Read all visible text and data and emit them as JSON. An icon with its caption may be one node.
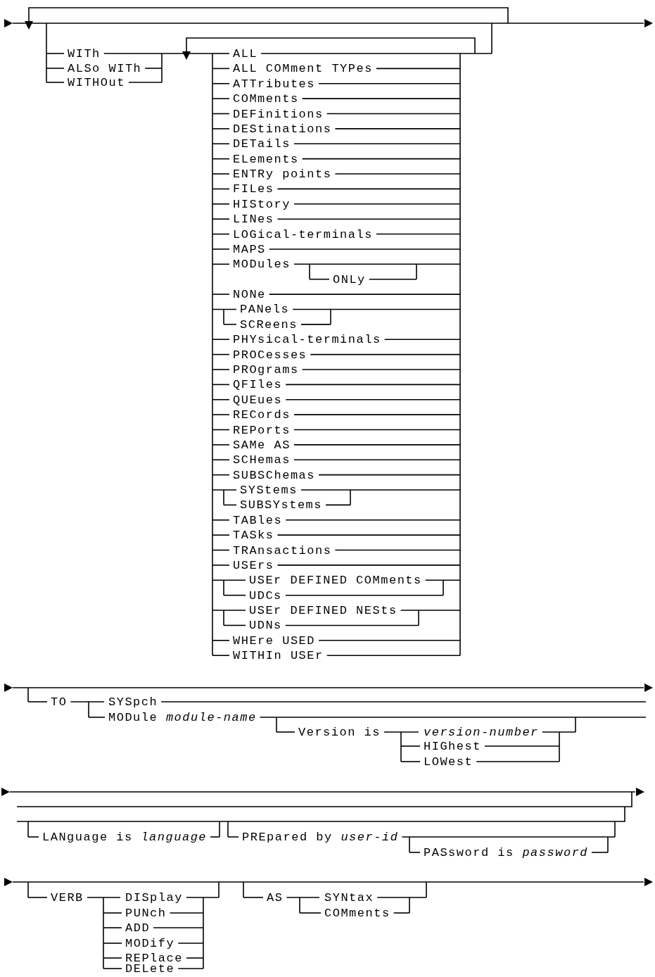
{
  "diagram": {
    "labels": [
      "WITh",
      "ALSo WITh",
      "WITHOut",
      "ALL",
      "ALL COMment TYPes",
      "ATTributes",
      "COMments",
      "DEFinitions",
      "DEStinations",
      "DETails",
      "ELements",
      "ENTRy points",
      "FILes",
      "HIStory",
      "LINes",
      "LOGical-terminals",
      "MAPS",
      "MODules",
      "ONLy",
      "NONe",
      "PANels",
      "SCReens",
      "PHYsical-terminals",
      "PROCesses",
      "PROgrams",
      "QFIles",
      "QUEues",
      "RECords",
      "REPorts",
      "SAMe AS",
      "SCHemas",
      "SUBSChemas",
      "SYStems",
      "SUBSYstems",
      "TABles",
      "TASks",
      "TRAnsactions",
      "USErs",
      "USEr DEFINED COMments",
      "UDCs",
      "USEr DEFINED NESts",
      "UDNs",
      "WHEre USED",
      "WITHIn USEr",
      "TO",
      "SYSpch",
      "MODule *module-name*",
      "Version is",
      "version-number",
      "HIGhest",
      "LOWest",
      "LANguage is *language*",
      "PREpared by *user-id*",
      "PASsword is *password*",
      "VERB",
      "DISplay",
      "PUNch",
      "ADD",
      "MODify",
      "REPlace",
      "DELete",
      "AS",
      "SYNtax",
      "COMments"
    ]
  }
}
